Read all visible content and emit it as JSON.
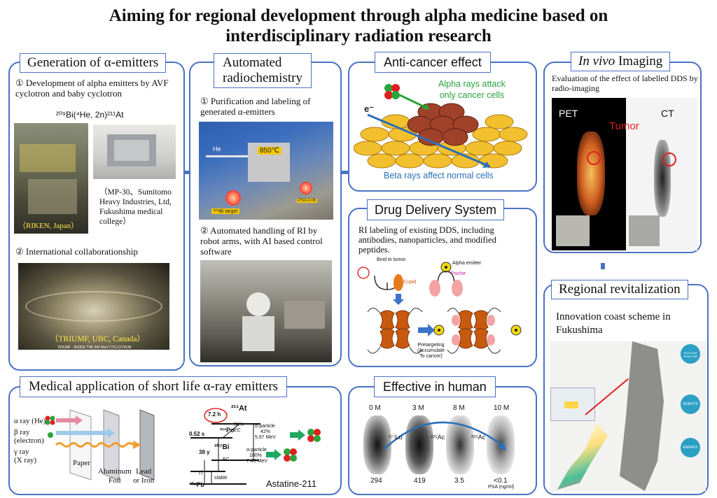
{
  "title_line1": "Aiming for regional development through alpha medicine based on",
  "title_line2": "interdisciplinary radiation research",
  "generation": {
    "heading": "Generation of α-emitters",
    "item1": "① Development of alpha emitters by AVF cyclotron and baby cyclotron",
    "reaction": "²⁰⁹Bi(⁴He, 2n)²¹¹At",
    "riken_caption": "（RIKEN, Japan）",
    "mp30_caption": "（MP-30、Sumitomo Heavy Industries, Ltd, Fukushima medical college）",
    "item2": "② International collaborationship",
    "triumf_caption": "（TRIUMF, UBC, Canada）",
    "triumf_small": "TRIUMF - INSIDE THE 500 MeV CYCLOTRON"
  },
  "automated": {
    "heading_line1": "Automated",
    "heading_line2": "radiochemistry",
    "item1": "① Purification and labeling of generated α-emitters",
    "temp": "850℃",
    "he_label": "He",
    "target_label": "²⁰⁹Bi target",
    "psa_label": "PSA 0.06",
    "item2": "② Automated handling of RI by robot arms, with AI based control software"
  },
  "anticancer": {
    "heading": "Anti-cancer effect",
    "alpha_text_line1": "Alpha rays attack",
    "alpha_text_line2": "only cancer cells",
    "beta_text": "Beta rays affect normal cells",
    "electron": "e⁻"
  },
  "dds": {
    "heading": "Drug Delivery System",
    "text": "RI labeling of existing DDS, including antibodies, nanoparticles, and modified peptides.",
    "bind_label": "Bind to tumor",
    "alpha_emitter_label": "Alpha emitter",
    "cupid": "Cupid",
    "psiche": "Psiche",
    "pretargeting_line1": "Pretargeting",
    "pretargeting_line2": "(Accumulate",
    "pretargeting_line3": "To cancer)"
  },
  "invivo": {
    "heading_italic": "In vivo",
    "heading_rest": " Imaging",
    "text": "Evaluation of the effect of labelled DDS by radio-imaging",
    "pet": "PET",
    "ct": "CT",
    "tumor": "Tumor"
  },
  "regional": {
    "heading": "Regional revitalization",
    "text": "Innovation coast scheme in Fukushima",
    "badge1": "NUCLEAR REACTOR",
    "badge2": "ROBOTS",
    "badge3": "ENERGY"
  },
  "medical": {
    "heading": "Medical application  of short life α-ray emitters",
    "alpha_ray": "α ray (He)",
    "beta_ray": "β ray",
    "electron": "(electron)",
    "gamma_ray": "γ ray",
    "xray": "(X ray)",
    "paper": "Paper",
    "aluminum": "Aluminum",
    "foil": "Foil",
    "lead": "Lead",
    "or_iron": "or Iron",
    "at211": "²¹¹At",
    "half_life_72": "7.2 h",
    "po211": "²¹¹Po",
    "t052": "0.52 s",
    "bi207": "²⁰⁷Bi",
    "y38": "38 y",
    "pb207": "²⁰⁷Pb",
    "stable": "stable",
    "pct58": "58%",
    "ec": "EC",
    "alpha_particle": "α-particle",
    "pct42": "42%",
    "mev587": "5.87 MeV",
    "pct100": "100%",
    "mev745": "7.45 MeV",
    "it": "IT",
    "ec2": "EC",
    "astatine": "Astatine-211"
  },
  "human": {
    "heading": "Effective in human",
    "months": [
      "0 M",
      "3 M",
      "8 M",
      "10 M"
    ],
    "lu177": "¹⁷⁷Lu",
    "ac225a": "²²⁵Ac",
    "ac225b": "²²⁵Ac",
    "psa_values": [
      "294",
      "419",
      "3.5",
      "<0.1"
    ],
    "psa_unit": "PSA (ng/ml)"
  },
  "colors": {
    "border": "#4a72c4",
    "alpha_green": "#2aa43a",
    "beta_blue": "#2a6fb8",
    "tumor_red": "#e02020"
  }
}
